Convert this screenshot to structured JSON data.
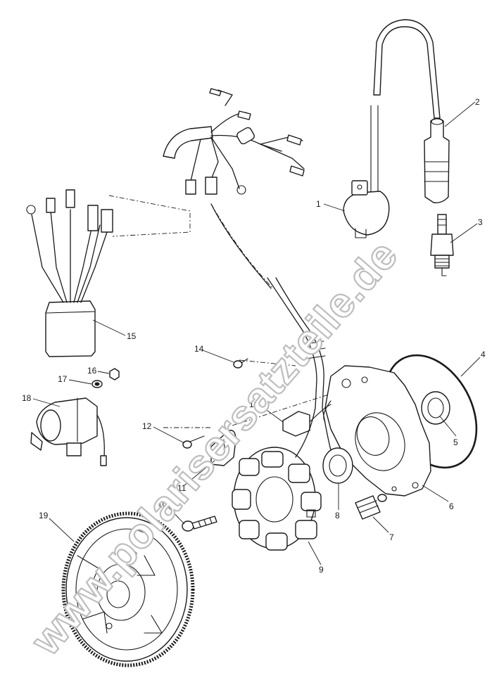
{
  "watermark": "www.polarisersatzteile.de",
  "callouts": [
    {
      "id": "1",
      "label": "1"
    },
    {
      "id": "2",
      "label": "2"
    },
    {
      "id": "3",
      "label": "3"
    },
    {
      "id": "4",
      "label": "4"
    },
    {
      "id": "5",
      "label": "5"
    },
    {
      "id": "6",
      "label": "6"
    },
    {
      "id": "7",
      "label": "7"
    },
    {
      "id": "8",
      "label": "8"
    },
    {
      "id": "9",
      "label": "9"
    },
    {
      "id": "10",
      "label": "10"
    },
    {
      "id": "11",
      "label": "11"
    },
    {
      "id": "12",
      "label": "12"
    },
    {
      "id": "13",
      "label": "13"
    },
    {
      "id": "14",
      "label": "14"
    },
    {
      "id": "15",
      "label": "15"
    },
    {
      "id": "16",
      "label": "16"
    },
    {
      "id": "17",
      "label": "17"
    },
    {
      "id": "18",
      "label": "18"
    },
    {
      "id": "19",
      "label": "19"
    }
  ]
}
